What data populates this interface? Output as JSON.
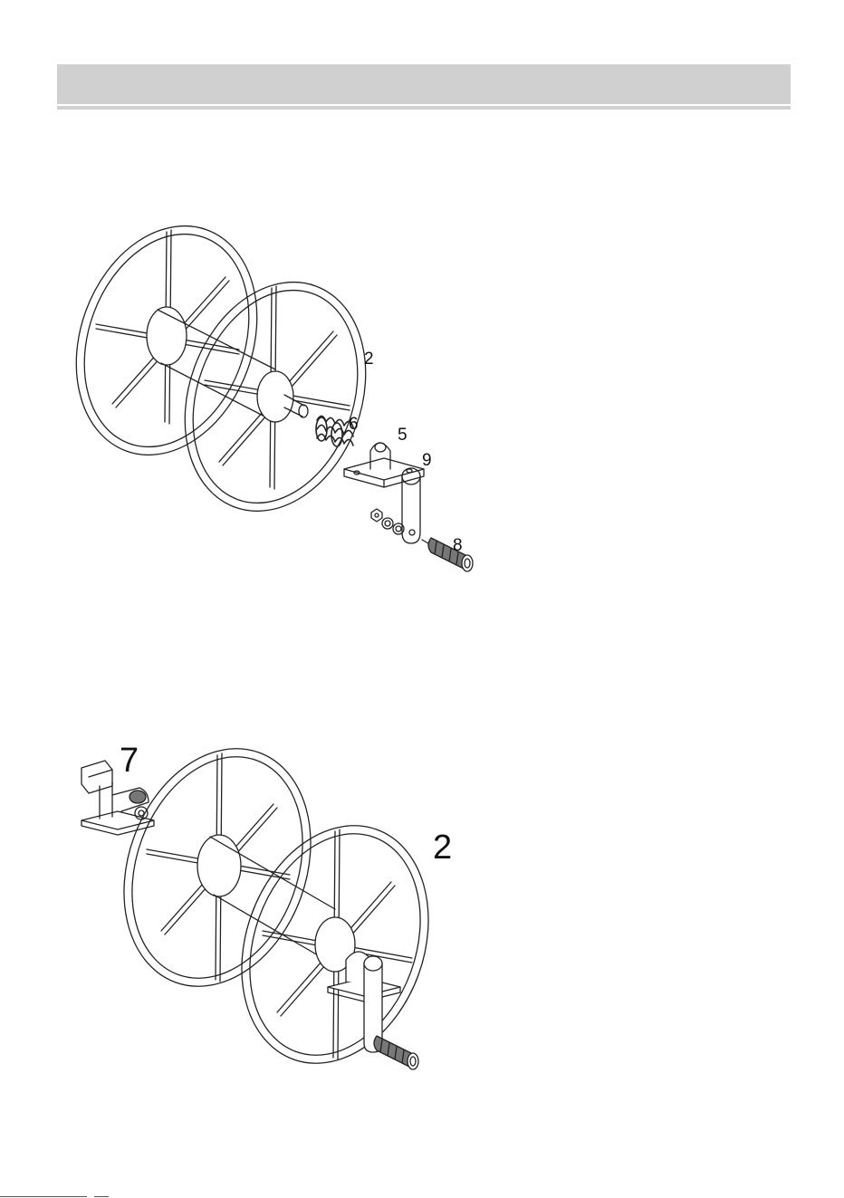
{
  "header": {
    "title": ""
  },
  "figure1": {
    "callouts": {
      "reel": "2",
      "spring": "6",
      "bracket": "5",
      "crank_arm": "9",
      "handle": "8"
    }
  },
  "figure2": {
    "callouts": {
      "hose_connector": "7",
      "reel": "2"
    }
  },
  "colors": {
    "header_bar": "#d0d0d0",
    "line_art": "#222222",
    "background": "#ffffff"
  }
}
